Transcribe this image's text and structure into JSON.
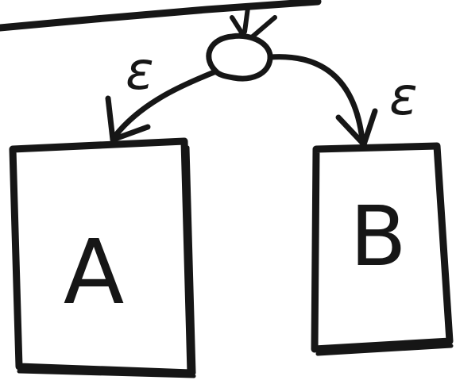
{
  "diagram": {
    "edge_label_left": "ε",
    "edge_label_right": "ε",
    "box_a_label": "A",
    "box_b_label": "B"
  },
  "colors": {
    "ink": "#161616",
    "background": "#ffffff"
  }
}
